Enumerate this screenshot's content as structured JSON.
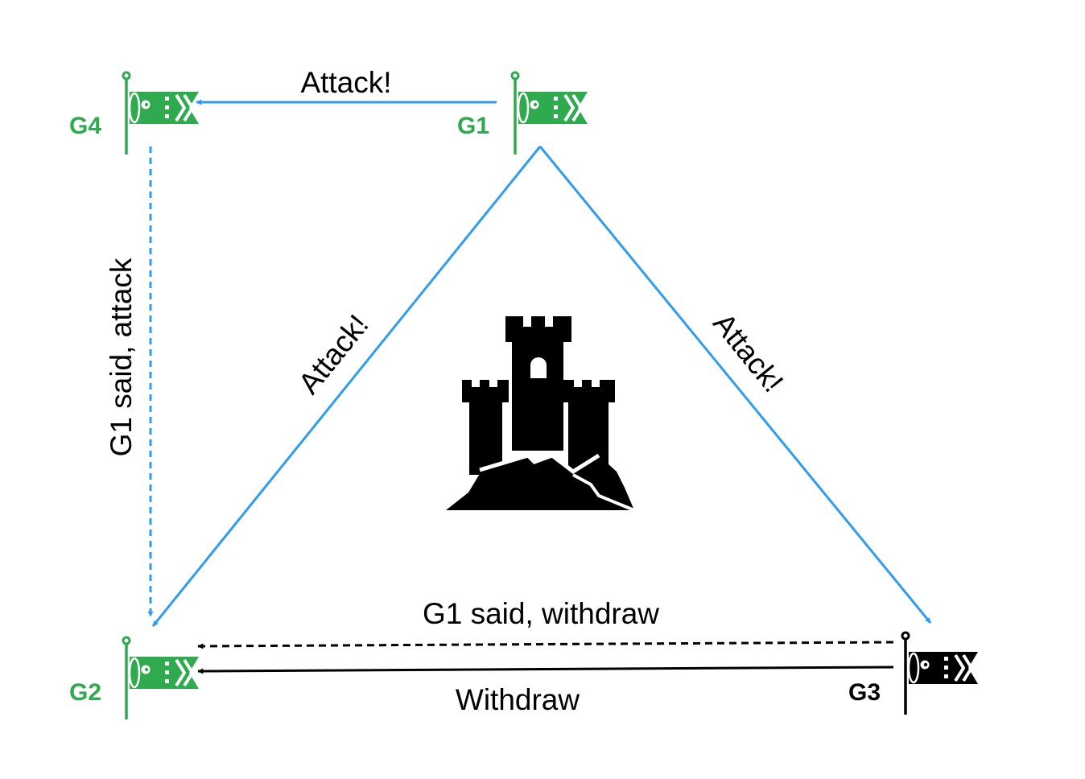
{
  "generals": {
    "g1": {
      "name": "G1",
      "color": "#2faa4f"
    },
    "g2": {
      "name": "G2",
      "color": "#2faa4f"
    },
    "g3": {
      "name": "G3",
      "color": "#000000"
    },
    "g4": {
      "name": "G4",
      "color": "#2faa4f"
    }
  },
  "messages": {
    "g1_to_g4": "Attack!",
    "g1_to_g2": "Attack!",
    "g1_to_g3": "Attack!",
    "g4_to_g2": "G1 said, attack",
    "g3_to_g2_relay": "G1 said, withdraw",
    "g3_to_g2_own": "Withdraw"
  },
  "colors": {
    "loyal": "#2faa4f",
    "traitor": "#000000",
    "arrow_blue": "#2e9cf0",
    "arrow_black": "#000000",
    "castle": "#000000"
  },
  "icons": {
    "flag": "koinobori-flag-icon",
    "castle": "castle-icon"
  }
}
